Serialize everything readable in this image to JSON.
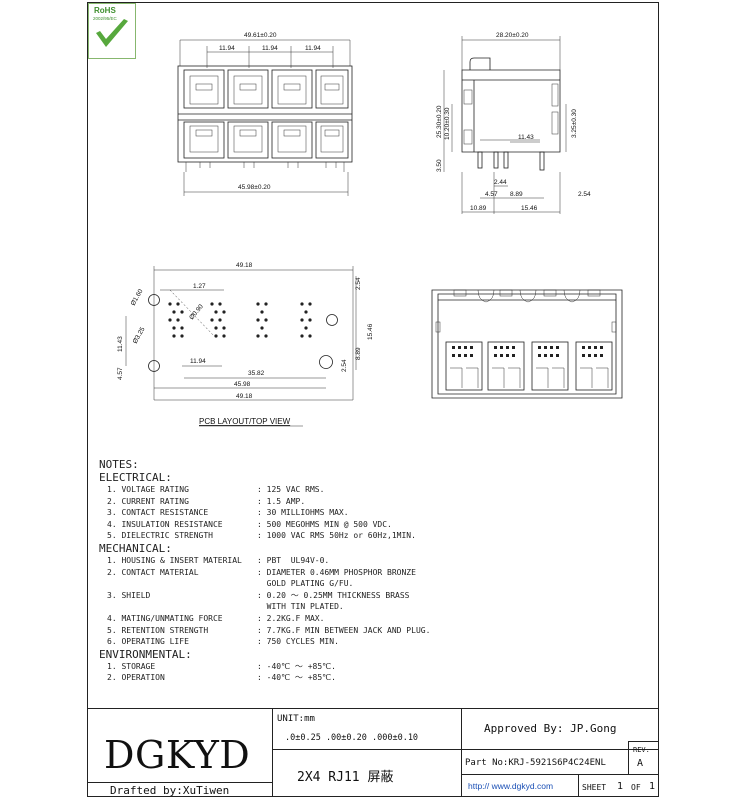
{
  "badge": {
    "title": "RoHS",
    "sub": "2002/95/EC"
  },
  "front_view": {
    "overall": "49.61±0.20",
    "pitch": [
      "11.94",
      "11.94",
      "11.94"
    ],
    "bottom": "45.98±0.20"
  },
  "side_view": {
    "width": "28.20±0.20",
    "height": "25.30±0.20",
    "h2": "10.20±0.30",
    "h3": "3.25±0.30",
    "mid": "11.43",
    "left_small": "3.50",
    "d1": "2.44",
    "d2": "4.57",
    "d3": "8.89",
    "d4": "2.54",
    "d5": "10.89",
    "d6": "15.46"
  },
  "pcb": {
    "caption": "PCB LAYOUT/TOP VIEW",
    "top": "49.18",
    "pitch_small": "1.27",
    "hole1": "Ø1.60",
    "hole2": "Ø3.25",
    "hole3": "Ø0.90",
    "left1": "11.43",
    "left2": "4.57",
    "mid_pitch": "11.94",
    "r1": "2.54",
    "r2": "15.46",
    "r3": "8.89",
    "r4": "2.54",
    "b1": "35.82",
    "b2": "45.98",
    "b3": "49.18"
  },
  "notes": {
    "title": "NOTES:",
    "electrical": {
      "heading": "ELECTRICAL:",
      "items": [
        {
          "k": "1. VOLTAGE RATING",
          "v": ": 125 VAC RMS."
        },
        {
          "k": "2. CURRENT RATING",
          "v": ": 1.5 AMP."
        },
        {
          "k": "3. CONTACT RESISTANCE",
          "v": ": 30 MILLIOHMS MAX."
        },
        {
          "k": "4. INSULATION RESISTANCE",
          "v": ": 500 MEGOHMS MIN @ 500 VDC."
        },
        {
          "k": "5. DIELECTRIC STRENGTH",
          "v": ": 1000 VAC RMS 50Hz or 60Hz,1MIN."
        }
      ]
    },
    "mechanical": {
      "heading": "MECHANICAL:",
      "items": [
        {
          "k": "1. HOUSING & INSERT MATERIAL",
          "v": ": PBT  UL94V-0."
        },
        {
          "k": "2. CONTACT MATERIAL",
          "v": ": DIAMETER 0.46MM PHOSPHOR BRONZE"
        },
        {
          "k": "",
          "v": "  GOLD PLATING G/FU."
        },
        {
          "k": "3. SHIELD",
          "v": ": 0.20 ～ 0.25MM THICKNESS BRASS"
        },
        {
          "k": "",
          "v": "  WITH TIN PLATED."
        },
        {
          "k": "4. MATING/UNMATING FORCE",
          "v": ": 2.2KG.F MAX."
        },
        {
          "k": "5. RETENTION STRENGTH",
          "v": ": 7.7KG.F MIN BETWEEN JACK AND PLUG."
        },
        {
          "k": "6. OPERATING LIFE",
          "v": ": 750 CYCLES MIN."
        }
      ]
    },
    "environmental": {
      "heading": "ENVIRONMENTAL:",
      "items": [
        {
          "k": "1. STORAGE",
          "v": ": -40℃ ～ +85℃."
        },
        {
          "k": "2. OPERATION",
          "v": ": -40℃ ～ +85℃."
        }
      ]
    }
  },
  "title_block": {
    "company": "DGKYD",
    "drafted": "Drafted by:XuTiwen",
    "unit": "UNIT:mm",
    "tolerance": ".0±0.25  .00±0.20  .000±0.10",
    "product": "2X4 RJ11 屏蔽",
    "approved": "Approved By: JP.Gong",
    "part_no": "Part No:KRJ-5921S6P4C24ENL",
    "rev_label": "REV.",
    "rev_value": "A",
    "website": "http:// www.dgkyd.com",
    "sheet_label": "SHEET",
    "sheet_no": "1",
    "of_label": "OF",
    "of_no": "1"
  }
}
